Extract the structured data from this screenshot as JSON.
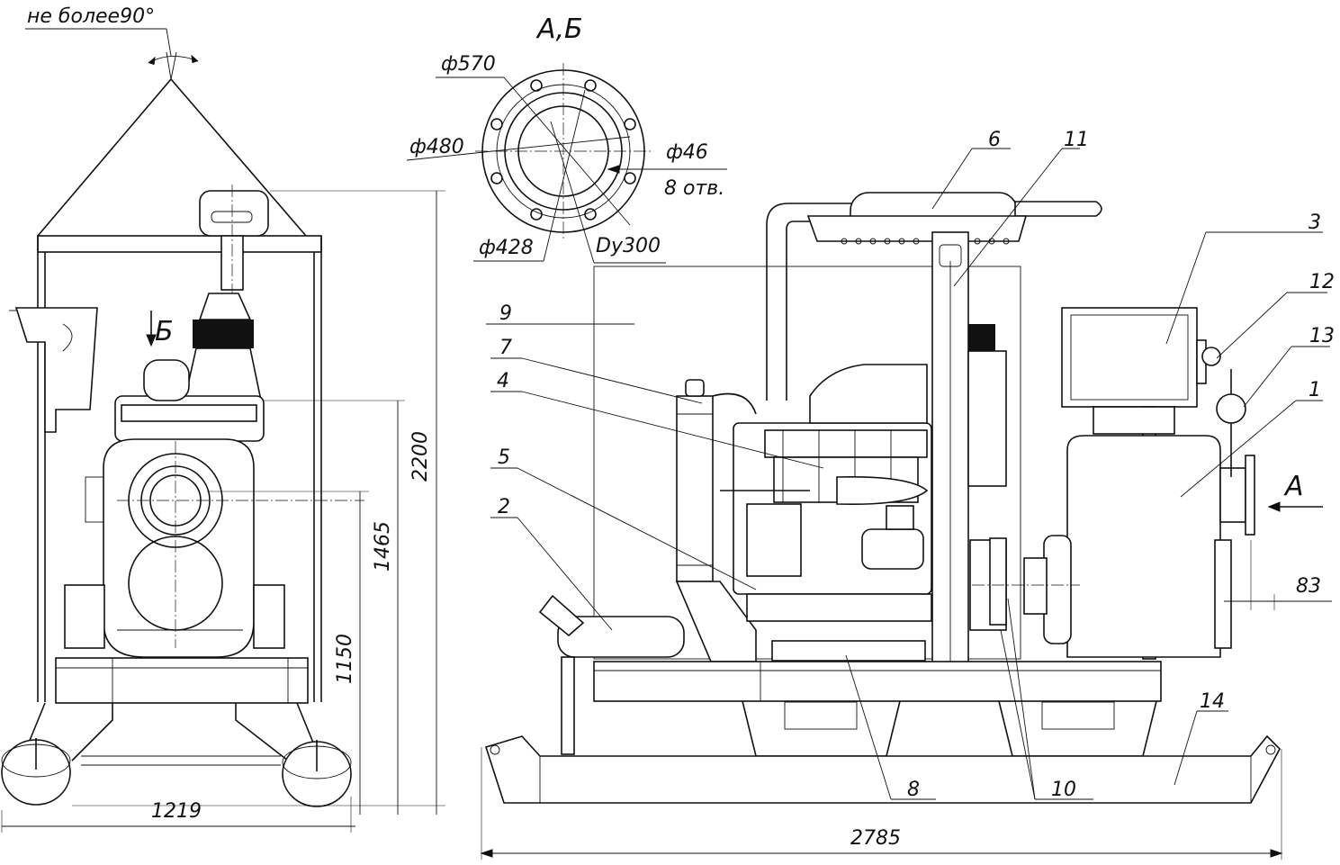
{
  "angle_note": "не более90°",
  "section_title": "А,Б",
  "flange": {
    "d_outer": "ф570",
    "d_bolt_circle": "ф480",
    "d_inner": "ф428",
    "hole_dia": "ф46",
    "holes_count": "8 отв.",
    "nominal": "Dy300"
  },
  "dimensions": {
    "front_height_total": "2200",
    "front_height_outlet": "1465",
    "front_height_frame": "1150",
    "front_width": "1219",
    "side_length": "2785",
    "side_offset": "83"
  },
  "view_arrows": {
    "a": "А",
    "b": "Б"
  },
  "callouts": [
    "1",
    "2",
    "3",
    "4",
    "5",
    "6",
    "7",
    "8",
    "9",
    "10",
    "11",
    "12",
    "13",
    "14"
  ]
}
